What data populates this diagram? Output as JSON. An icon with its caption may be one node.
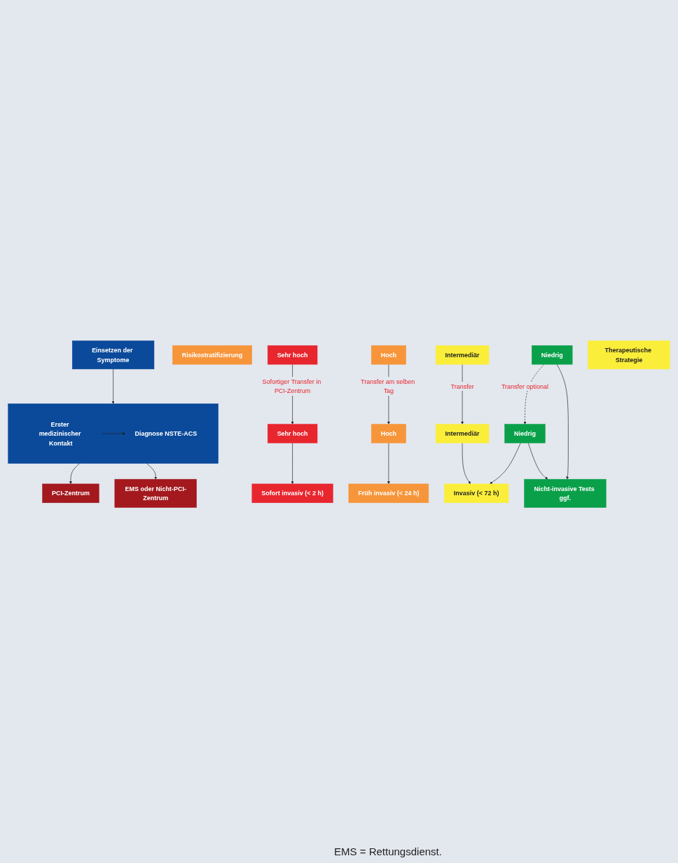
{
  "diagram": {
    "nodes": [
      {
        "text": [
          "Einsetzen der Symptome"
        ]
      },
      {
        "text": [],
        "shape": "box"
      },
      {
        "text": [
          "Erster medizinischer Kontakt"
        ],
        "in": 1
      },
      {
        "text": [
          "Diagnose NSTE-ACS"
        ],
        "in": 1
      },
      {
        "text": [
          "PCI-Zentrum"
        ]
      },
      {
        "text": [
          "EMS oder Nicht-PCI-Zentrum"
        ]
      },
      {
        "text": [
          "Risikostratifizierung"
        ]
      },
      {
        "text": [
          "Sehr hoch"
        ]
      },
      {
        "text": [
          "Sehr hoch"
        ]
      },
      {
        "text": [
          "Hoch"
        ]
      },
      {
        "text": [
          "Hoch"
        ]
      },
      {
        "text": [
          "Intermediär"
        ]
      },
      {
        "text": [
          "Intermediär"
        ]
      },
      {
        "text": [
          "Niedrig"
        ]
      },
      {
        "text": [
          "Niedrig"
        ]
      },
      {
        "text": [
          "Therapeutische Strategie"
        ]
      },
      {
        "text": [
          "Sofort invasiv (< 2 h)"
        ]
      },
      {
        "text": [
          "Früh invasiv (< 24 h)"
        ]
      },
      {
        "text": [
          "Invasiv (< 72 h)"
        ]
      },
      {
        "text": [
          "Nicht-invasive Tests ggf."
        ]
      }
    ],
    "edges": [
      {
        "from": 0,
        "to": 1,
        "arrow": "to"
      },
      {
        "from": 2,
        "to": 3,
        "arrow": "to"
      },
      {
        "from": 1,
        "to": 4,
        "arrow": "to"
      },
      {
        "from": 1,
        "to": 5,
        "arrow": "to"
      },
      {
        "from": 8,
        "to": 7,
        "arrow": "to",
        "label": "Sofortiger Transfer in PCI-Zentrum"
      },
      {
        "from": 10,
        "to": 9,
        "arrow": "to",
        "label": "Transfer am selben Tag"
      },
      {
        "from": 12,
        "to": 11,
        "arrow": "to",
        "label": "Transfer"
      },
      {
        "from": 14,
        "to": 13,
        "arrow": "to",
        "label": "Transfer optional",
        "style": "dashed"
      },
      {
        "from": 7,
        "to": 16,
        "arrow": "to"
      },
      {
        "from": 9,
        "to": 17,
        "arrow": "to"
      },
      {
        "from": 11,
        "to": 18,
        "arrow": "to"
      },
      {
        "from": 13,
        "to": 18,
        "arrow": "to"
      },
      {
        "from": 13,
        "to": 19,
        "arrow": "to"
      },
      {
        "from": 14,
        "to": 19,
        "arrow": "to"
      }
    ],
    "labels": [
      "EMS = Rettungsdienst."
    ]
  }
}
